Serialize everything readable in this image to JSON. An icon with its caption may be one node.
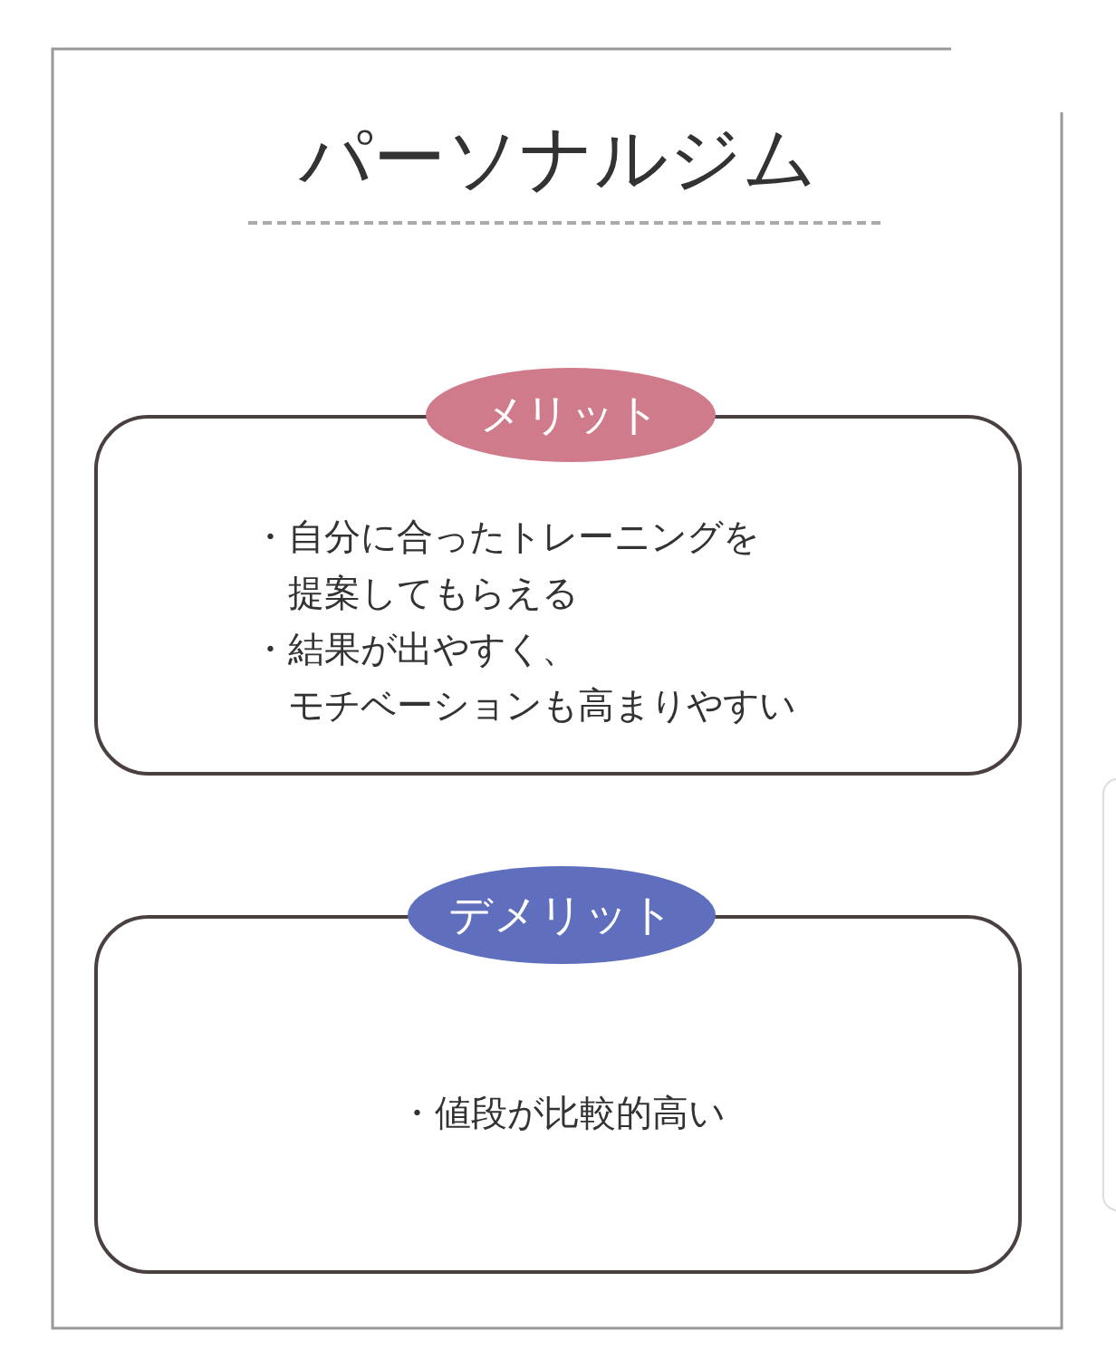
{
  "diagram": {
    "title": "パーソナルジム",
    "nodes": [
      {
        "text": [
          "メリット"
        ]
      },
      {
        "text": [
          "・自分に合ったトレーニングを提案してもらえる",
          "・結果が出やすく、モチベーションも高まりやすい"
        ]
      },
      {
        "text": [
          "デメリット"
        ]
      },
      {
        "text": [
          "・値段が比較的高い"
        ]
      }
    ],
    "edges": []
  }
}
